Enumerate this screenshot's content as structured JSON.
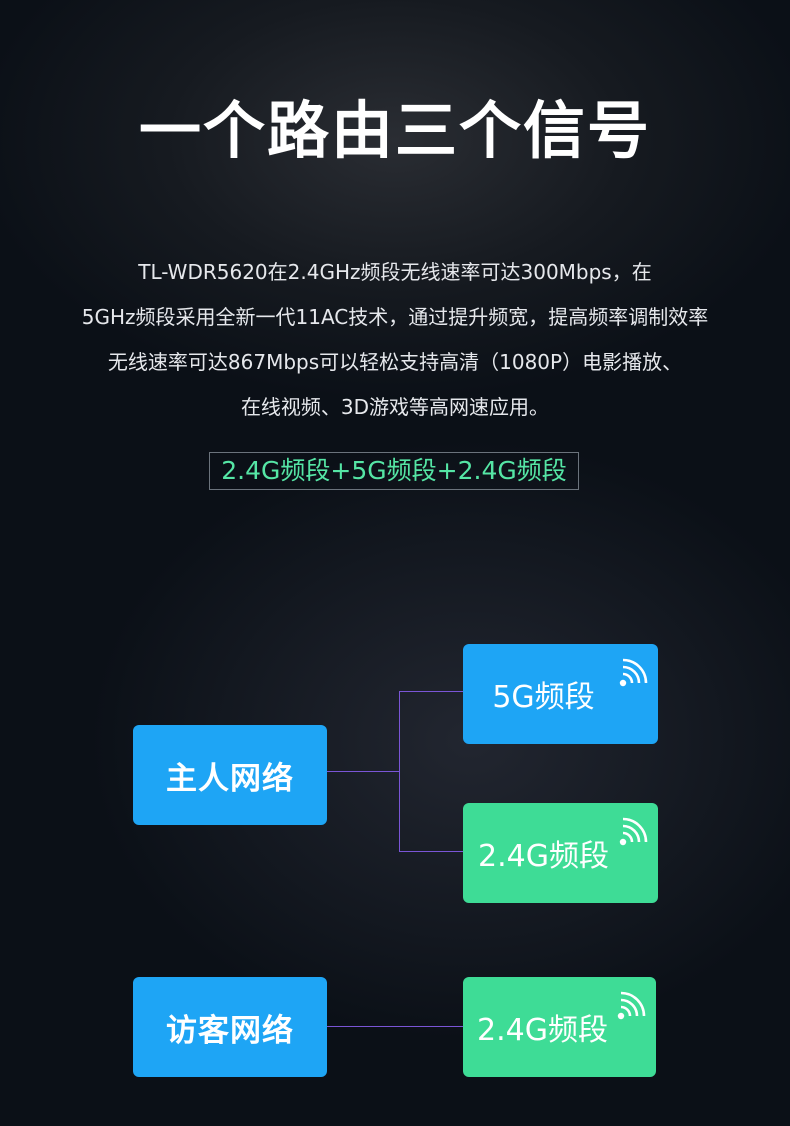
{
  "title": "一个路由三个信号",
  "description": [
    "TL-WDR5620在2.4GHz频段无线速率可达300Mbps，在",
    "5GHz频段采用全新一代11AC技术，通过提升频宽，提高频率调制效率",
    "无线速率可达867Mbps可以轻松支持高清（1080P）电影播放、",
    "在线视频、3D游戏等高网速应用。"
  ],
  "band_summary": "2.4G频段+5G频段+2.4G频段",
  "diagram": {
    "host_network": "主人网络",
    "guest_network": "访客网络",
    "host_band_5g": "5G频段",
    "host_band_24g": "2.4G频段",
    "guest_band_24g": "2.4G频段",
    "wifi_icon": "wifi-icon",
    "colors": {
      "blue": "#1ea5f5",
      "green": "#3edc96",
      "connector": "#7a55d6",
      "highlight_text": "#55e6a5"
    }
  }
}
